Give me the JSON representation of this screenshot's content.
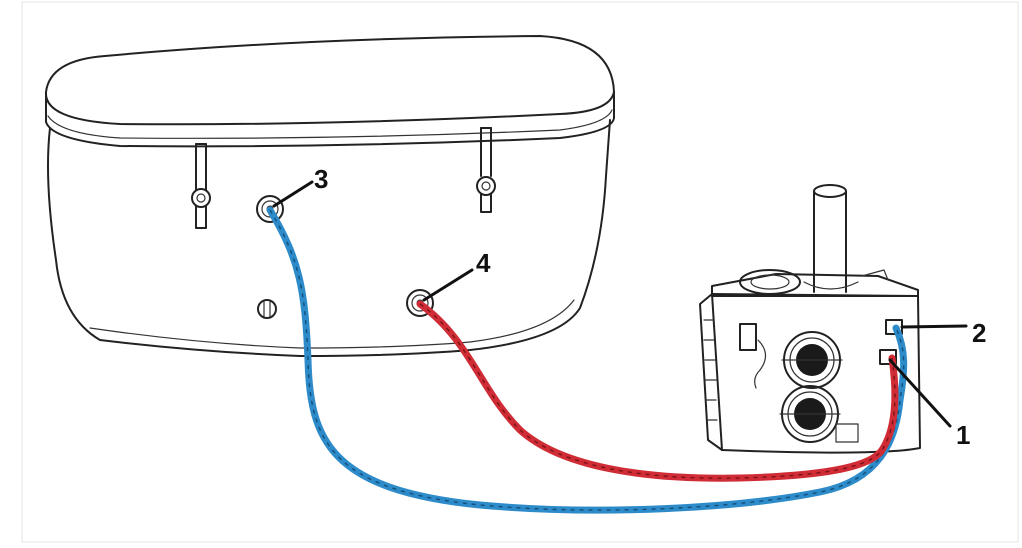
{
  "callouts": [
    {
      "id": "1",
      "label": "1"
    },
    {
      "id": "2",
      "label": "2"
    },
    {
      "id": "3",
      "label": "3"
    },
    {
      "id": "4",
      "label": "4"
    }
  ],
  "colors": {
    "hose_blue": "#2e8bc9",
    "hose_red": "#d02c36",
    "line": "#222222",
    "background": "#ffffff"
  }
}
